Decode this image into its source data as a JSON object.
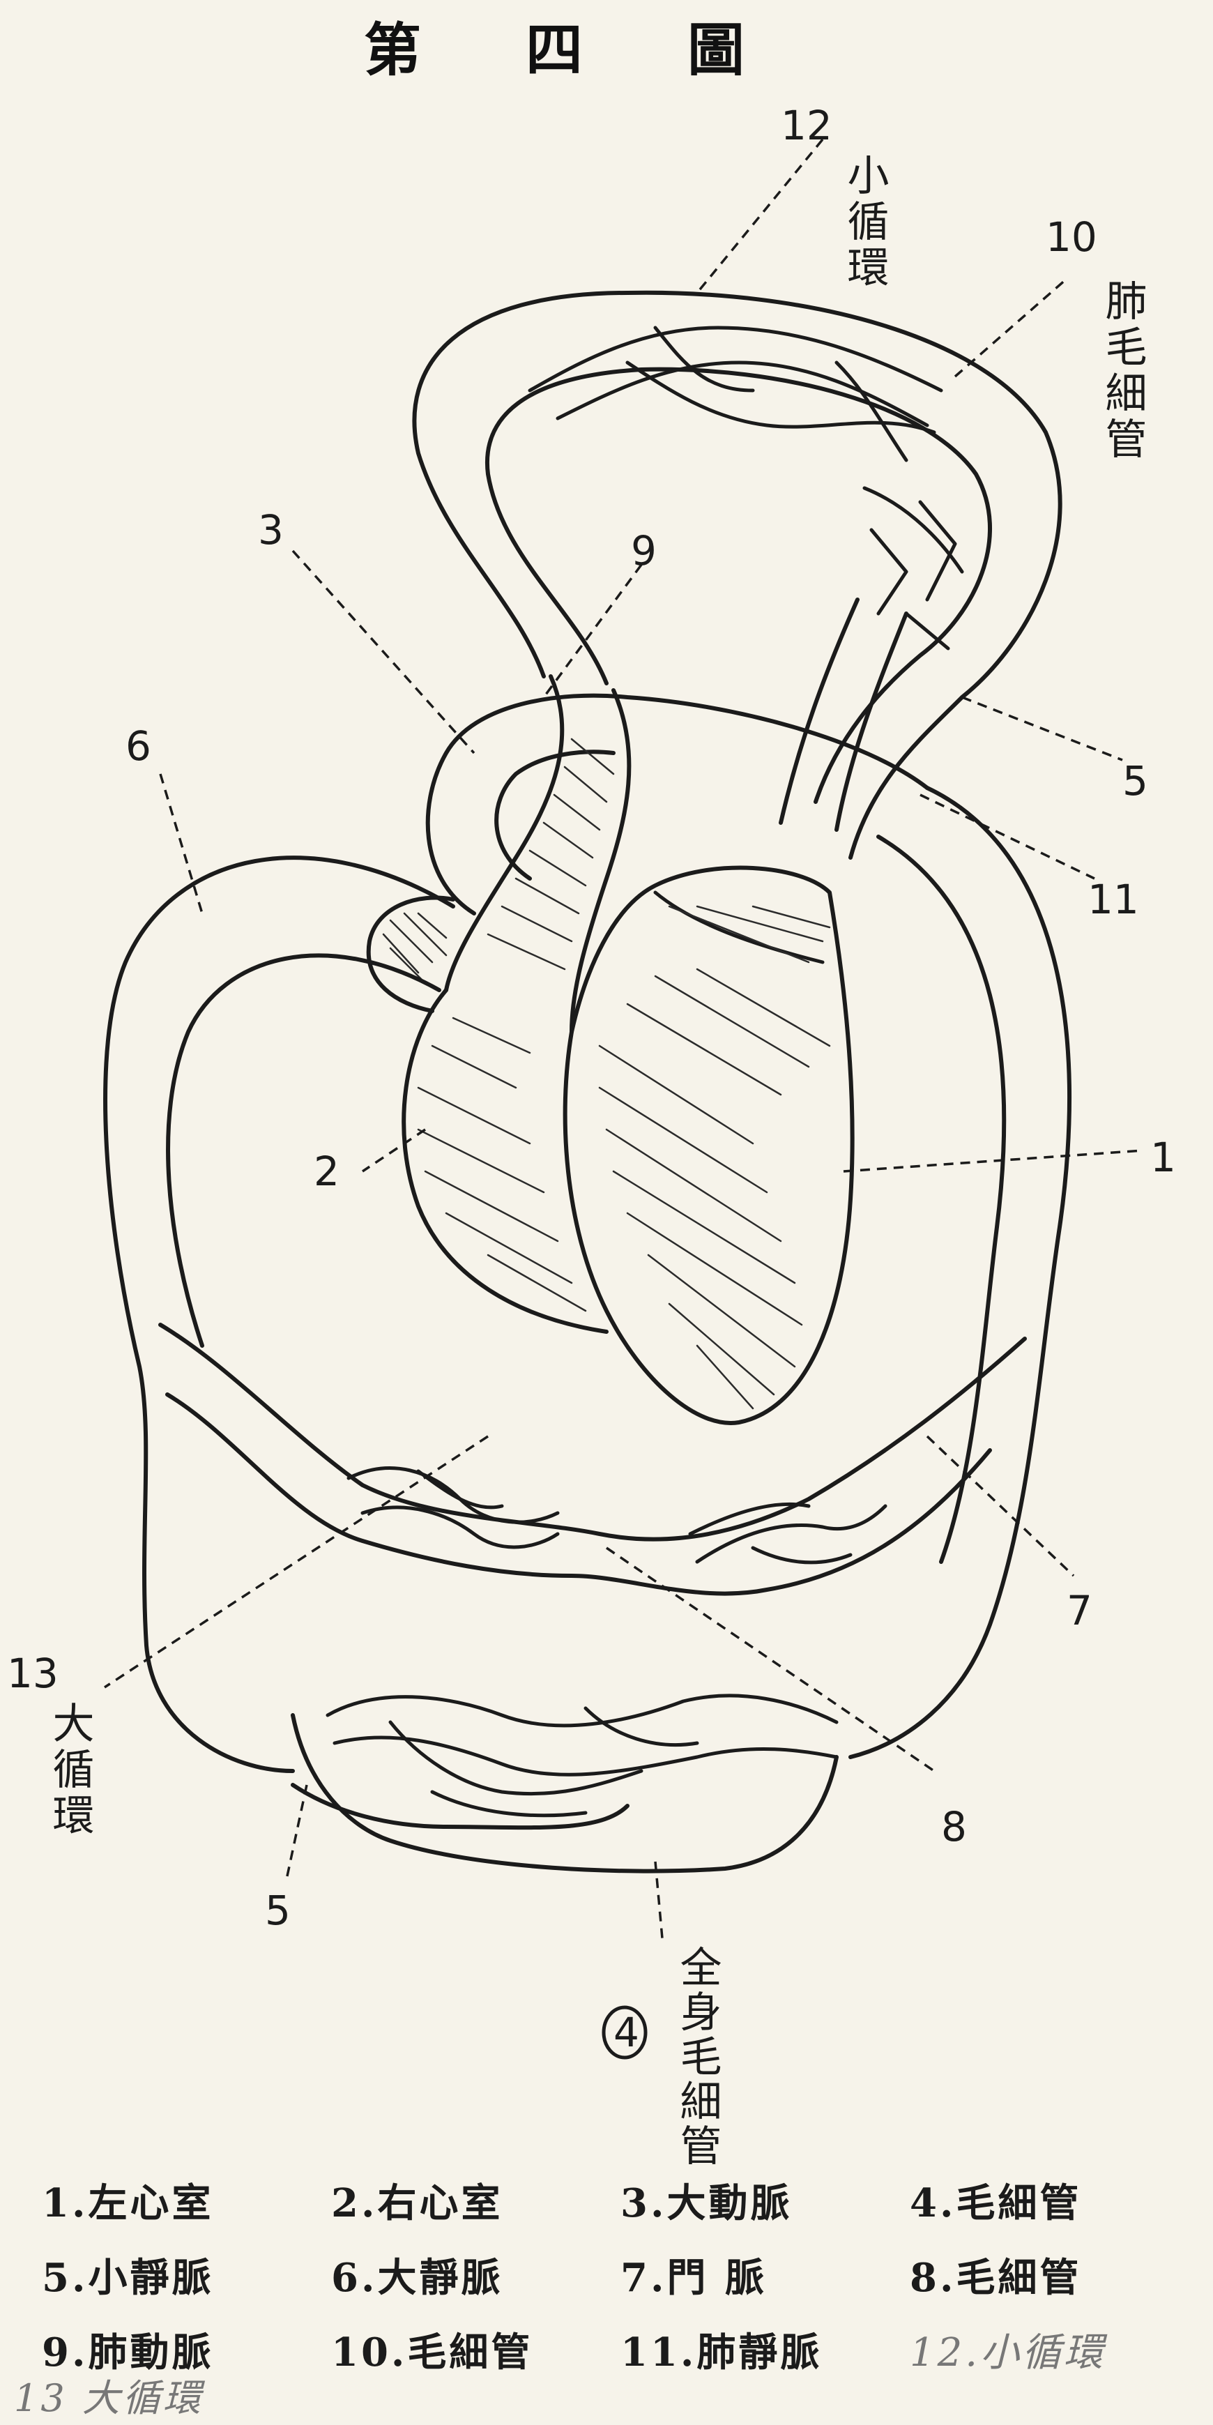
{
  "diagram": {
    "title": "第四圖",
    "labels": {
      "pulmonary_circulation": "小循環",
      "pulmonary_capillaries": "肺毛細管",
      "systemic_circulation": "大循環",
      "body_capillaries": "全身毛細管"
    },
    "callouts": {
      "n1": "1",
      "n2": "2",
      "n3": "3",
      "n4": "4",
      "n5a": "5",
      "n5b": "5",
      "n6": "6",
      "n7": "7",
      "n8": "8",
      "n9": "9",
      "n10": "10",
      "n11": "11",
      "n12": "12",
      "n13": "13"
    }
  },
  "legend": {
    "items": [
      "1.左心室",
      "2.右心室",
      "3.大動脈",
      "4.毛細管",
      "5.小靜脈",
      "6.大靜脈",
      "7.門 脈",
      "8.毛細管",
      "9.肺動脈",
      "10.毛細管",
      "11.肺靜脈",
      "12.小循環"
    ],
    "footnote": "13 大循環"
  }
}
